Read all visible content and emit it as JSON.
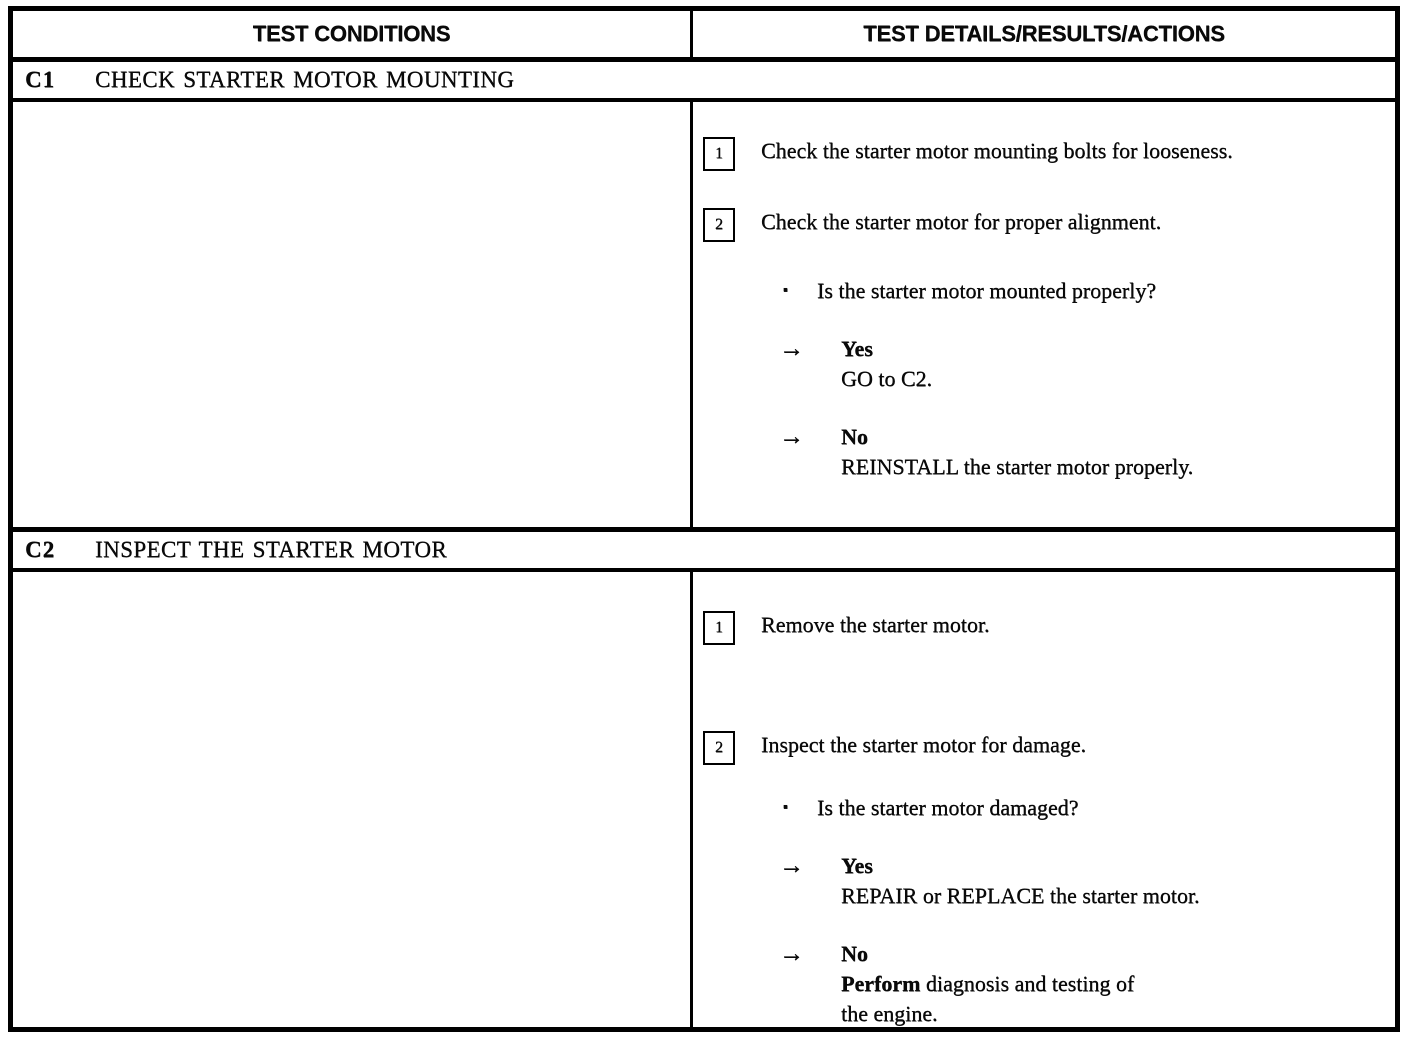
{
  "page": {
    "arrow_glyph": "→",
    "bullet_glyph": "▪",
    "headers": {
      "conditions": "TEST CONDITIONS",
      "details": "TEST DETAILS/RESULTS/ACTIONS"
    },
    "sections": [
      {
        "id": "C1",
        "title": "CHECK STARTER MOTOR MOUNTING",
        "steps": [
          {
            "num": "1",
            "text": "Check the starter motor mounting bolts for looseness."
          },
          {
            "num": "2",
            "text": "Check the starter motor for proper alignment."
          }
        ],
        "question": "Is the starter motor mounted properly?",
        "outcomes": [
          {
            "label": "Yes",
            "action": "GO to C2."
          },
          {
            "label": "No",
            "action": "REINSTALL the starter motor properly."
          }
        ]
      },
      {
        "id": "C2",
        "title": "INSPECT THE STARTER MOTOR",
        "steps": [
          {
            "num": "1",
            "text": "Remove the starter motor."
          },
          {
            "num": "2",
            "text": "Inspect the starter motor for damage."
          }
        ],
        "question": "Is the starter motor damaged?",
        "outcomes": [
          {
            "label": "Yes",
            "action": "REPAIR or REPLACE the starter motor."
          },
          {
            "label": "No",
            "action_bold": "Perform",
            "action": " diagnosis and testing of",
            "action_line2": "the engine."
          }
        ]
      }
    ]
  }
}
